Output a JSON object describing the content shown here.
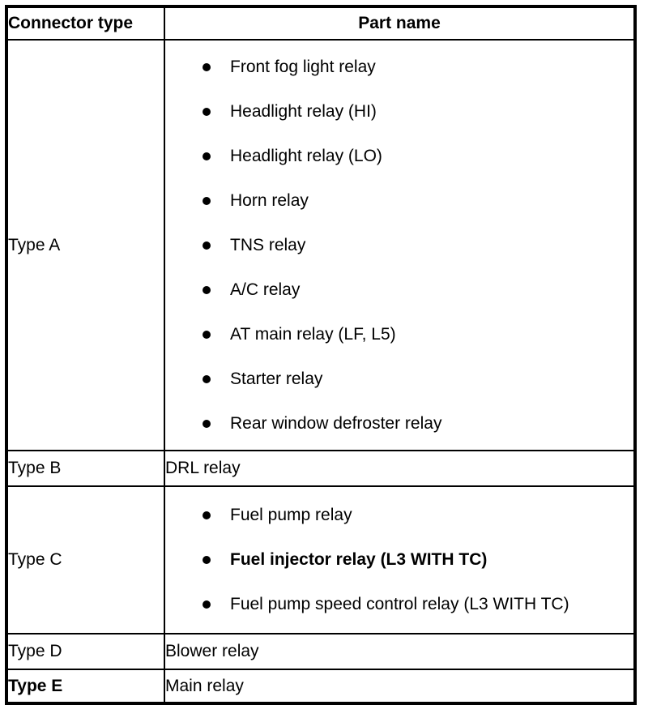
{
  "table": {
    "headers": {
      "connector_type": "Connector type",
      "part_name": "Part name"
    },
    "rows": [
      {
        "type_label": "Type A",
        "type_bold": false,
        "style": "bullets",
        "items": [
          {
            "text": "Front fog light relay",
            "bold": false
          },
          {
            "text": "Headlight relay (HI)",
            "bold": false
          },
          {
            "text": "Headlight relay (LO)",
            "bold": false
          },
          {
            "text": "Horn relay",
            "bold": false
          },
          {
            "text": "TNS relay",
            "bold": false
          },
          {
            "text": "A/C relay",
            "bold": false
          },
          {
            "text": "AT main relay (LF, L5)",
            "bold": false
          },
          {
            "text": "Starter relay",
            "bold": false
          },
          {
            "text": "Rear window defroster relay",
            "bold": false
          }
        ]
      },
      {
        "type_label": "Type B",
        "type_bold": false,
        "style": "plain",
        "text": "DRL relay"
      },
      {
        "type_label": "Type C",
        "type_bold": false,
        "style": "bullets",
        "items": [
          {
            "text": "Fuel pump relay",
            "bold": false
          },
          {
            "text": "Fuel injector relay (L3 WITH TC)",
            "bold": true
          },
          {
            "text": "Fuel pump speed control relay (L3 WITH TC)",
            "bold": false
          }
        ]
      },
      {
        "type_label": "Type D",
        "type_bold": false,
        "style": "plain",
        "text": "Blower relay"
      },
      {
        "type_label": "Type E",
        "type_bold": true,
        "style": "plain",
        "text": "Main relay"
      }
    ]
  },
  "colors": {
    "border": "#000000",
    "text": "#000000",
    "background": "#ffffff"
  }
}
